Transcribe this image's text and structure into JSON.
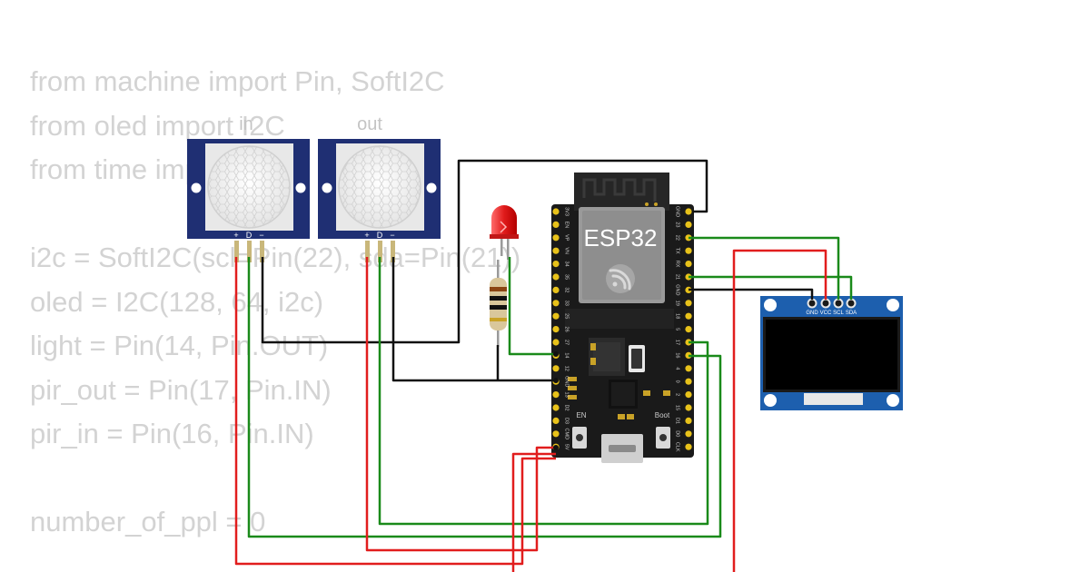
{
  "code_lines": [
    "from machine import Pin, SoftI2C",
    "from oled import I2C",
    "from time import sleep",
    "",
    "i2c = SoftI2C(scl=Pin(22), sda=Pin(21))",
    "oled = I2C(128, 64, i2c)",
    "light = Pin(14, Pin.OUT)",
    "pir_out = Pin(17, Pin.IN)",
    "pir_in = Pin(16, Pin.IN)",
    "",
    "number_of_ppl = 0"
  ],
  "pir_in": {
    "label": "in",
    "pins": [
      "+",
      "D",
      "−"
    ]
  },
  "pir_out": {
    "label": "out",
    "pins": [
      "+",
      "D",
      "−"
    ]
  },
  "esp32": {
    "title": "ESP32",
    "left_pins": [
      "3V3",
      "EN",
      "VP",
      "VN",
      "34",
      "35",
      "32",
      "33",
      "25",
      "26",
      "27",
      "14",
      "12",
      "GND",
      "13",
      "D2",
      "D3",
      "CMD",
      "5V"
    ],
    "right_pins": [
      "GND",
      "23",
      "22",
      "TX",
      "RX",
      "21",
      "GND",
      "19",
      "18",
      "5",
      "17",
      "16",
      "4",
      "0",
      "2",
      "15",
      "D1",
      "D0",
      "CLK"
    ],
    "en_label": "EN",
    "boot_label": "Boot"
  },
  "oled": {
    "pins": [
      "GND",
      "VCC",
      "SCL",
      "SDA"
    ]
  },
  "colors": {
    "wire_red": "#e11d1d",
    "wire_green": "#1a8a1a",
    "wire_black": "#111111",
    "board": "#1a1a1a",
    "sensor": "#1f2f73",
    "oled_pcb": "#1d5fae"
  }
}
